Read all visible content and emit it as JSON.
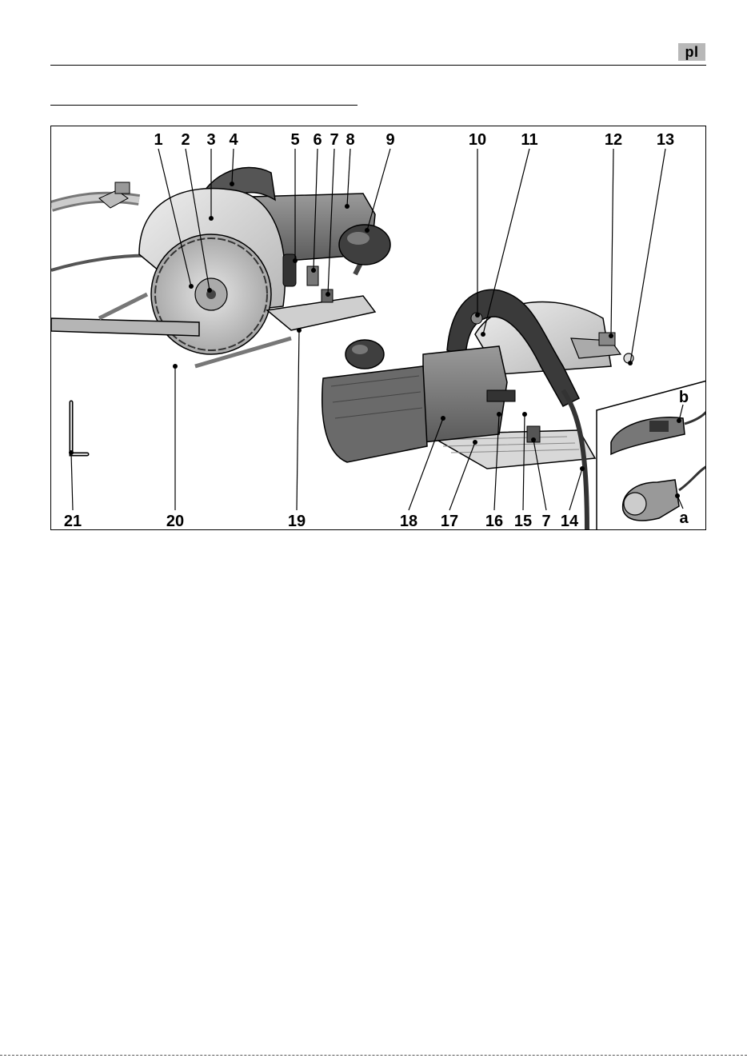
{
  "header": {
    "language_code": "pl"
  },
  "figure": {
    "callouts": [
      "1",
      "2",
      "3",
      "4",
      "5",
      "6",
      "7",
      "8",
      "9",
      "10",
      "11",
      "12",
      "13",
      "7",
      "14",
      "15",
      "16",
      "17",
      "18",
      "19",
      "20",
      "21",
      "a",
      "b"
    ],
    "colors": {
      "ink": "#000000",
      "housing": "#8a8a8a",
      "housing_dark": "#4a4a4a",
      "guard_light": "#d6d6d6",
      "blade": "#c8c8c8"
    },
    "icons": [
      "wall-saw-illustration",
      "allen-key-icon",
      "plug-icon",
      "socket-icon"
    ]
  }
}
